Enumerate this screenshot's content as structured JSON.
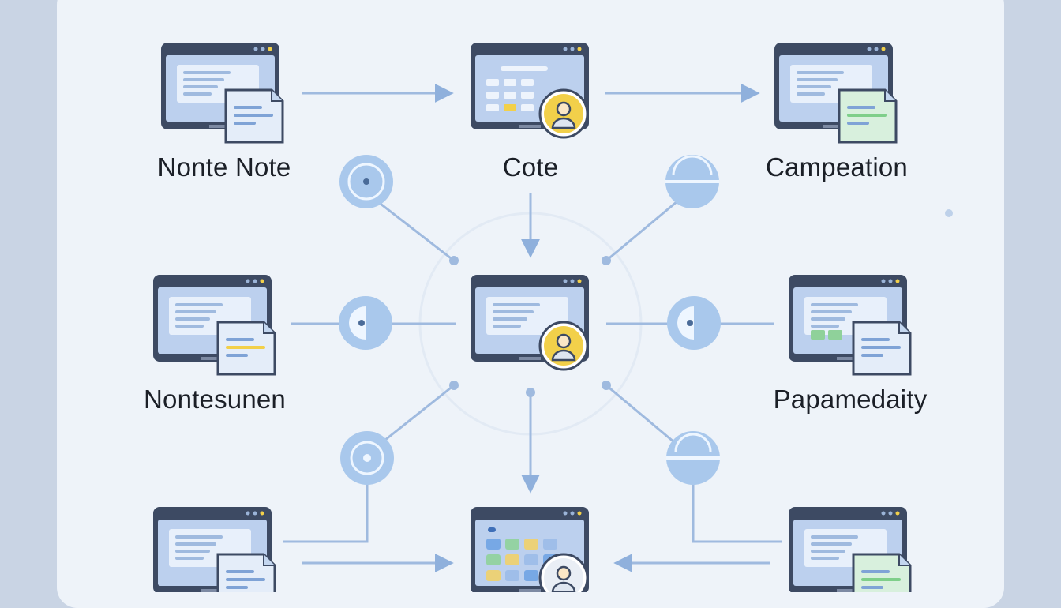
{
  "nodes": [
    {
      "id": "top-left",
      "label": "Nonte Note",
      "kind": "doc"
    },
    {
      "id": "top-center",
      "label": "Cote",
      "kind": "user"
    },
    {
      "id": "top-right",
      "label": "Campeation",
      "kind": "doc-green"
    },
    {
      "id": "mid-left",
      "label": "Nontesunen",
      "kind": "doc-yellow"
    },
    {
      "id": "center",
      "label": "",
      "kind": "user"
    },
    {
      "id": "mid-right",
      "label": "Papamedaity",
      "kind": "doc-tiles"
    },
    {
      "id": "bottom-left",
      "label": "",
      "kind": "doc"
    },
    {
      "id": "bottom-center",
      "label": "",
      "kind": "user-grid"
    },
    {
      "id": "bottom-right",
      "label": "",
      "kind": "doc-green"
    }
  ],
  "colors": {
    "panel": "#eef3f9",
    "window_frame": "#3d4a63",
    "window_fill": "#bcd0ee",
    "accent_yellow": "#f2d04a",
    "accent_green": "#7fcf8a",
    "connector": "#9fbadf",
    "node_circle": "#a9c8ec"
  }
}
